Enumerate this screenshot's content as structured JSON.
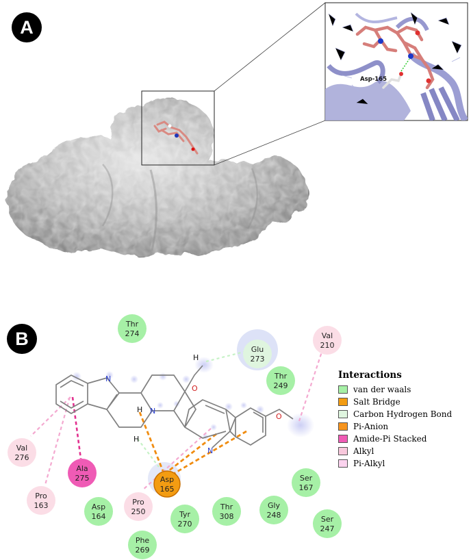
{
  "panels": {
    "a": "A",
    "b": "B"
  },
  "inset": {
    "residue_label": "Asp-165"
  },
  "molecule": {
    "atom_N1": "N",
    "atom_N2": "N",
    "atom_O1": "O",
    "atom_O2": "O",
    "atom_H1": "H",
    "atom_H2": "H",
    "atom_H3": "H"
  },
  "legend": {
    "title": "Interactions",
    "items": [
      {
        "label": "van der waals",
        "color": "#a6f0a6"
      },
      {
        "label": "Salt Bridge",
        "color": "#f39c12"
      },
      {
        "label": "Carbon Hydrogen Bond",
        "color": "#dff5df"
      },
      {
        "label": "Pi-Anion",
        "color": "#f7941d"
      },
      {
        "label": "Amide-Pi Stacked",
        "color": "#ef5bb5"
      },
      {
        "label": "Alkyl",
        "color": "#f8c8dc"
      },
      {
        "label": "Pi-Alkyl",
        "color": "#fbd3ee"
      }
    ]
  },
  "residues": [
    {
      "name": "Thr",
      "num": "274",
      "type": "vdw"
    },
    {
      "name": "Glu",
      "num": "273",
      "type": "chb"
    },
    {
      "name": "Val",
      "num": "210",
      "type": "alkyl"
    },
    {
      "name": "Thr",
      "num": "249",
      "type": "vdw"
    },
    {
      "name": "Val",
      "num": "276",
      "type": "alkyl"
    },
    {
      "name": "Ala",
      "num": "275",
      "type": "amide"
    },
    {
      "name": "Pro",
      "num": "163",
      "type": "alkyl"
    },
    {
      "name": "Asp",
      "num": "164",
      "type": "vdw"
    },
    {
      "name": "Asp",
      "num": "165",
      "type": "salt"
    },
    {
      "name": "Pro",
      "num": "250",
      "type": "alkyl"
    },
    {
      "name": "Tyr",
      "num": "270",
      "type": "vdw"
    },
    {
      "name": "Thr",
      "num": "308",
      "type": "vdw"
    },
    {
      "name": "Gly",
      "num": "248",
      "type": "vdw"
    },
    {
      "name": "Ser",
      "num": "167",
      "type": "vdw"
    },
    {
      "name": "Ser",
      "num": "247",
      "type": "vdw"
    },
    {
      "name": "Phe",
      "num": "269",
      "type": "vdw"
    }
  ]
}
